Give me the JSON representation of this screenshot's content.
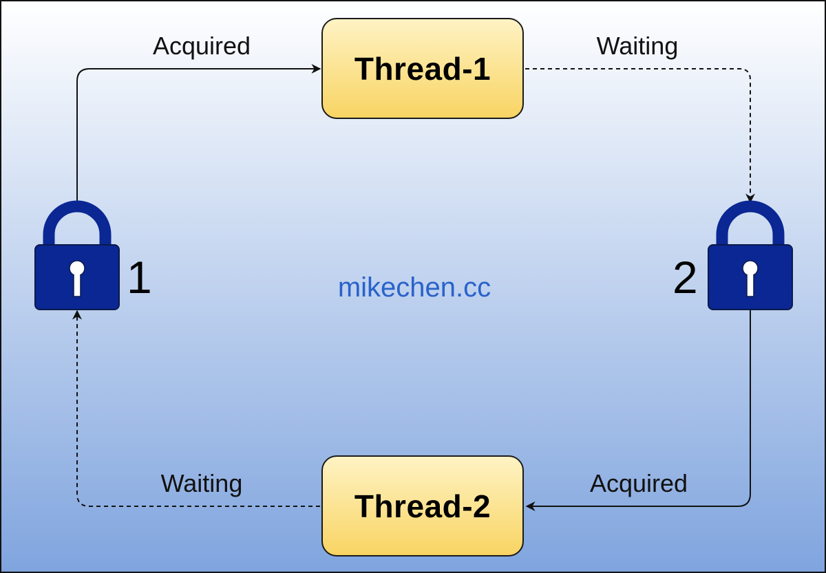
{
  "colors": {
    "background_top": "#ffffff",
    "background_bottom": "#7fa4de",
    "node_fill_top": "#fff3c4",
    "node_fill_bottom": "#f8d463",
    "lock": "#0a2793",
    "watermark": "#2a62c9",
    "line": "#111111"
  },
  "nodes": {
    "thread_1": {
      "label": "Thread-1"
    },
    "thread_2": {
      "label": "Thread-2"
    }
  },
  "locks": {
    "lock_1": {
      "number": "1",
      "icon": "padlock-icon"
    },
    "lock_2": {
      "number": "2",
      "icon": "padlock-icon"
    }
  },
  "edges": {
    "lock1_to_thread1": {
      "label": "Acquired",
      "style": "solid"
    },
    "thread1_to_lock2": {
      "label": "Waiting",
      "style": "dashed"
    },
    "lock2_to_thread2": {
      "label": "Acquired",
      "style": "solid"
    },
    "thread2_to_lock1": {
      "label": "Waiting",
      "style": "dashed"
    }
  },
  "watermark": "mikechen.cc"
}
